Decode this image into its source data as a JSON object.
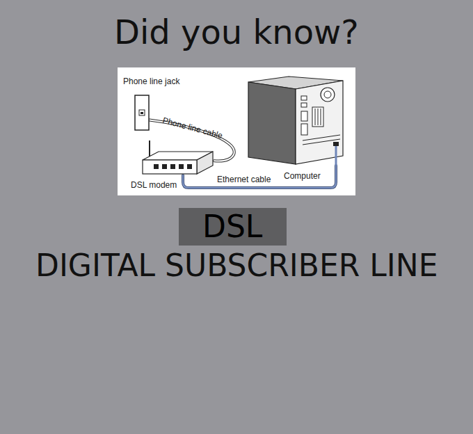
{
  "diagram": {
    "title": "Did you know?",
    "nodes": [
      {
        "text": [
          "Phone line jack"
        ]
      },
      {
        "text": [
          "DSL modem"
        ]
      },
      {
        "text": [
          "Computer"
        ]
      },
      {
        "text": [
          "DSL"
        ]
      }
    ],
    "edges": [
      {
        "from": 0,
        "to": 1,
        "arrow": "none",
        "label": "Phone line cable"
      },
      {
        "from": 1,
        "to": 2,
        "arrow": "none",
        "label": "Ethernet cable"
      }
    ],
    "labels": [
      "DIGITAL SUBSCRIBER LINE"
    ]
  }
}
